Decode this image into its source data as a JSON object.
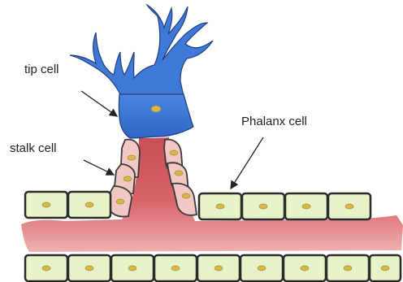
{
  "labels": {
    "tip_cell": "tip cell",
    "stalk_cell": "stalk cell",
    "phalanx_cell": "Phalanx cell"
  },
  "colors": {
    "tip_cell": "#3f79d8",
    "vessel": "#d35a5f",
    "stalk_cell": "#f3c7c3",
    "endothelial_cell": "#e6f2c8",
    "nucleus": "#d7b84a",
    "outline": "#2b2b2b"
  },
  "icons": {
    "arrow": "arrow-icon"
  }
}
